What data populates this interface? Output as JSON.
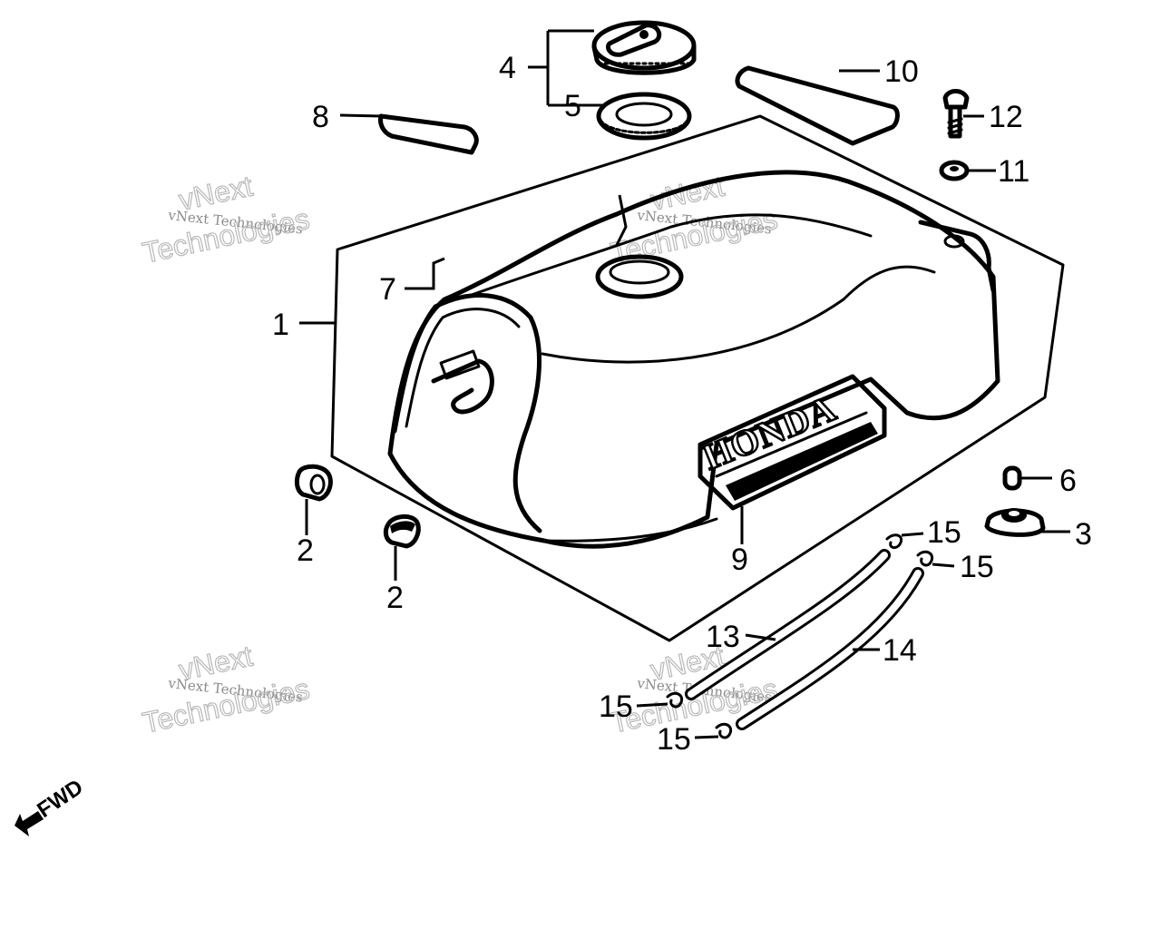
{
  "diagram": {
    "brand_text": "HONDA",
    "fwd_label": "FWD",
    "callouts": [
      "1",
      "2",
      "2",
      "3",
      "4",
      "5",
      "6",
      "7",
      "8",
      "9",
      "10",
      "11",
      "12",
      "13",
      "14",
      "15",
      "15",
      "15",
      "15"
    ],
    "watermark": {
      "line1": "vNext Technologies",
      "line2_a": "vNext",
      "line2_b": "Technologies"
    }
  }
}
